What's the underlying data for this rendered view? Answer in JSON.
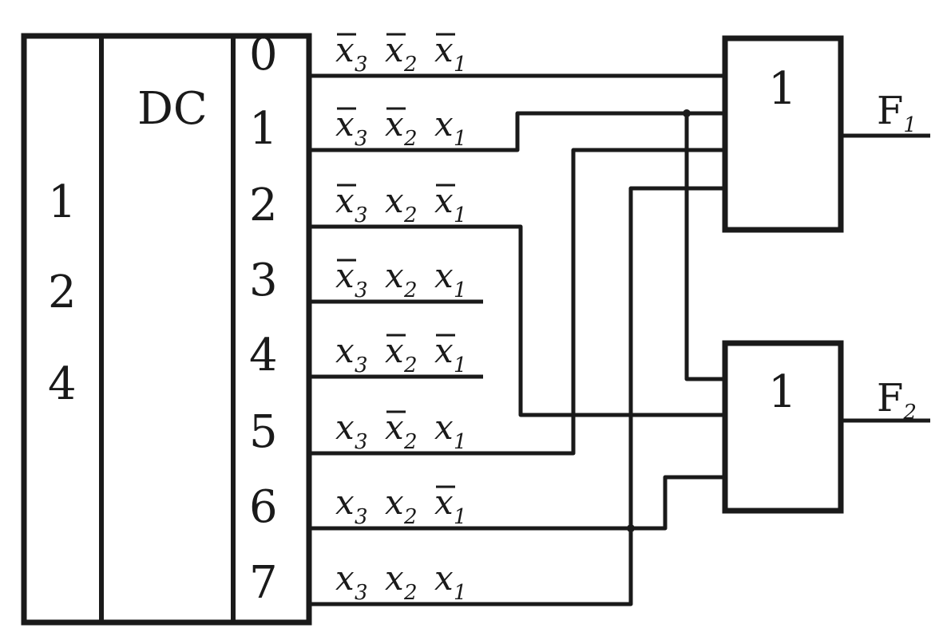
{
  "decoder": {
    "label": "DC",
    "inputs": [
      "1",
      "2",
      "4"
    ],
    "outputs": [
      "0",
      "1",
      "2",
      "3",
      "4",
      "5",
      "6",
      "7"
    ]
  },
  "minterms": [
    [
      {
        "v": "x",
        "i": "3",
        "neg": true
      },
      {
        "v": "x",
        "i": "2",
        "neg": true
      },
      {
        "v": "x",
        "i": "1",
        "neg": true
      }
    ],
    [
      {
        "v": "x",
        "i": "3",
        "neg": true
      },
      {
        "v": "x",
        "i": "2",
        "neg": true
      },
      {
        "v": "x",
        "i": "1",
        "neg": false
      }
    ],
    [
      {
        "v": "x",
        "i": "3",
        "neg": true
      },
      {
        "v": "x",
        "i": "2",
        "neg": false
      },
      {
        "v": "x",
        "i": "1",
        "neg": true
      }
    ],
    [
      {
        "v": "x",
        "i": "3",
        "neg": true
      },
      {
        "v": "x",
        "i": "2",
        "neg": false
      },
      {
        "v": "x",
        "i": "1",
        "neg": false
      }
    ],
    [
      {
        "v": "x",
        "i": "3",
        "neg": false
      },
      {
        "v": "x",
        "i": "2",
        "neg": true
      },
      {
        "v": "x",
        "i": "1",
        "neg": true
      }
    ],
    [
      {
        "v": "x",
        "i": "3",
        "neg": false
      },
      {
        "v": "x",
        "i": "2",
        "neg": true
      },
      {
        "v": "x",
        "i": "1",
        "neg": false
      }
    ],
    [
      {
        "v": "x",
        "i": "3",
        "neg": false
      },
      {
        "v": "x",
        "i": "2",
        "neg": false
      },
      {
        "v": "x",
        "i": "1",
        "neg": true
      }
    ],
    [
      {
        "v": "x",
        "i": "3",
        "neg": false
      },
      {
        "v": "x",
        "i": "2",
        "neg": false
      },
      {
        "v": "x",
        "i": "1",
        "neg": false
      }
    ]
  ],
  "gates": [
    {
      "symbol": "1",
      "output": {
        "name": "F",
        "sub": "1"
      }
    },
    {
      "symbol": "1",
      "output": {
        "name": "F",
        "sub": "2"
      }
    }
  ]
}
